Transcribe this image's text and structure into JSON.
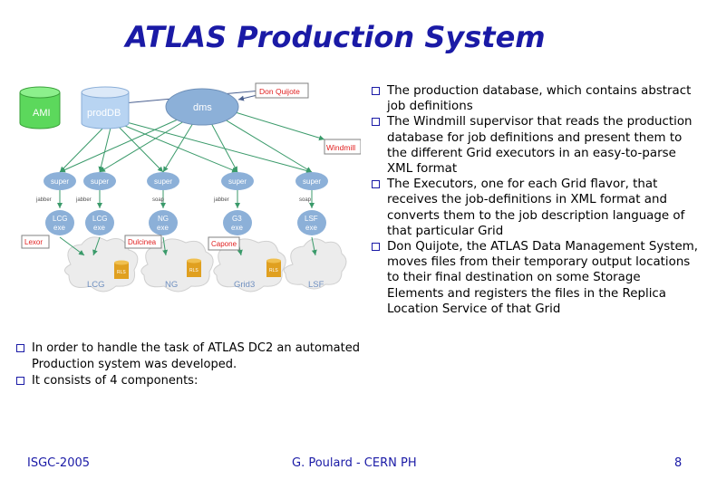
{
  "slide": {
    "title": "ATLAS Production System",
    "left_bullets": [
      "In order to handle the task of ATLAS DC2 an automated Production system was developed.",
      "It consists of 4 components:"
    ],
    "right_bullets": [
      "The production database, which contains abstract job definitions",
      "The Windmill supervisor that reads the production database for job definitions and present them to the different Grid executors in an easy-to-parse XML format",
      "The Executors, one for each Grid flavor, that receives the job-definitions in XML format and converts them to the job description language of that particular Grid",
      "Don Quijote, the ATLAS Data Management System, moves files from their temporary output locations to their final destination on some Storage Elements and registers the files in the Replica Location Service of that Grid"
    ],
    "footer": {
      "left": "ISGC-2005",
      "center": "G. Poulard - CERN PH",
      "right": "8"
    }
  },
  "diagram": {
    "databases": {
      "ami": "AMI",
      "proddb": "prodDB"
    },
    "dms": "dms",
    "don_quijote": "Don Quijote",
    "windmill": "Windmill",
    "super_label": "super",
    "supers": [
      "super",
      "super",
      "super",
      "super",
      "super"
    ],
    "protocols": [
      "jabber",
      "jabber",
      "soap",
      "jabber",
      "soap"
    ],
    "executors": [
      {
        "line1": "LCG",
        "line2": "exe"
      },
      {
        "line1": "LCG",
        "line2": "exe"
      },
      {
        "line1": "NG",
        "line2": "exe"
      },
      {
        "line1": "G3",
        "line2": "exe"
      },
      {
        "line1": "LSF",
        "line2": "exe"
      }
    ],
    "lexor": "Lexor",
    "dulcinea": "Dulcinea",
    "capone": "Capone",
    "grids": [
      "LCG",
      "NG",
      "Grid3",
      "LSF"
    ],
    "rls_label": "RLS",
    "colors": {
      "title": "#1a1aa6",
      "arrow": "#3a9a6a",
      "dark_arrow": "#4a6090",
      "node_fill": "#8cb0d8",
      "cloud": "#ececec",
      "db_ami": "#5cd85c",
      "db_prod": "#b8d4f2",
      "red_label": "#e02020",
      "rls": "#e0a020"
    }
  }
}
